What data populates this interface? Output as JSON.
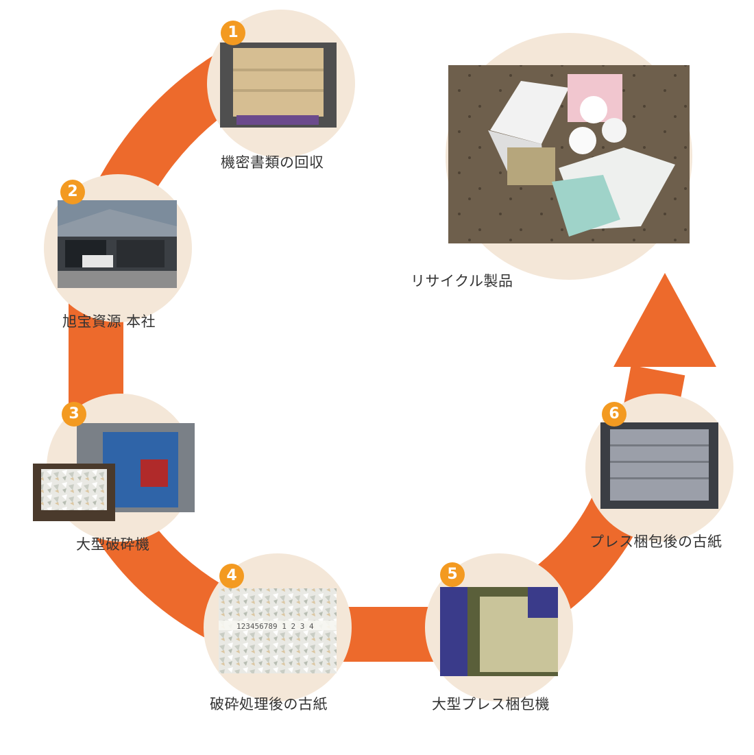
{
  "colors": {
    "arrow": "#ED6A2C",
    "circle": "#F4E7D8",
    "badge": "#F39A21"
  },
  "steps": [
    {
      "number": "1",
      "label": "機密書類の回収"
    },
    {
      "number": "2",
      "label": "旭宝資源 本社"
    },
    {
      "number": "3",
      "label": "大型破砕機"
    },
    {
      "number": "4",
      "label": "破砕処理後の古紙"
    },
    {
      "number": "5",
      "label": "大型プレス梱包機"
    },
    {
      "number": "6",
      "label": "プレス梱包後の古紙"
    }
  ],
  "result": {
    "label": "リサイクル製品"
  }
}
